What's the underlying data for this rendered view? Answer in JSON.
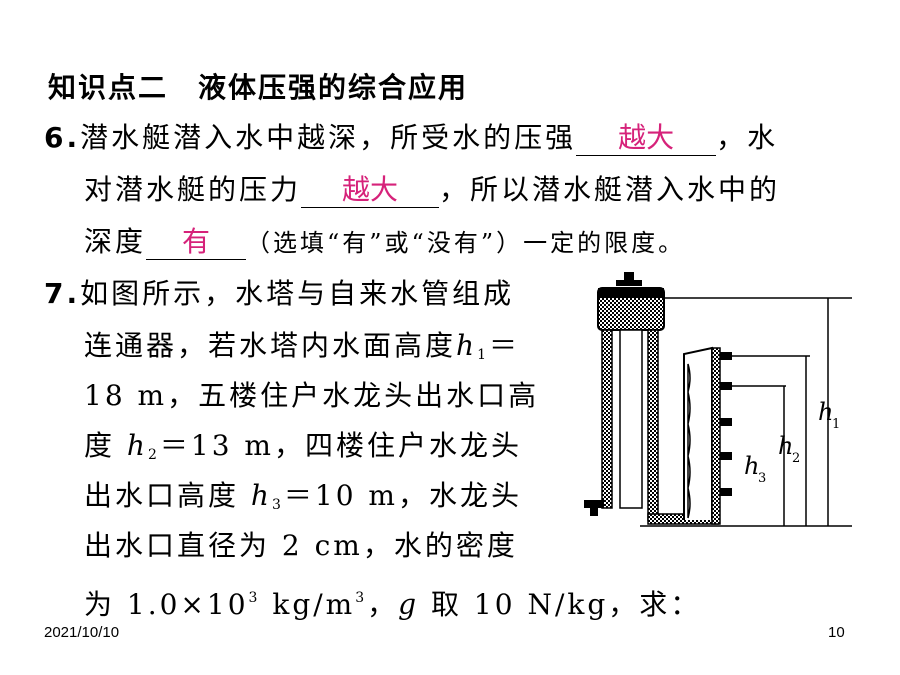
{
  "heading": "知识点二　液体压强的综合应用",
  "q6": {
    "number": "6.",
    "l1_a": "潜水艇潜入水中越深，所受水的压强",
    "blank1": "越大",
    "l1_b": "，水",
    "l2_a": "对潜水艇的压力",
    "blank2": "越大",
    "l2_b": "，所以潜水艇潜入水中的",
    "l3_a": "深度",
    "blank3": "有",
    "l3_b": "（选填“有”或“没有”）一定的限度。"
  },
  "q7": {
    "number": "7.",
    "l1": "如图所示，水塔与自来水管组成",
    "l2_a": "连通器，若水塔内水面高度",
    "h": "h",
    "sub1": "1",
    "l2_b": "＝",
    "l3": "18 m，五楼住户水龙头出水口高",
    "l4_a": "度",
    "sub2": "2",
    "l4_b": "＝13 m，四楼住户水龙头",
    "l5_a": "出水口高度",
    "sub3": "3",
    "l5_b": "＝10 m，水龙头",
    "l6": "出水口直径为 2 cm，水的密度",
    "l7_a": "为 1.0×10",
    "sup3": "3",
    "l7_b": " kg/m",
    "l7_c": "，",
    "g": "g",
    "l7_d": " 取 10 N/kg，求："
  },
  "figure": {
    "label_h1": "h",
    "sub_h1": "1",
    "label_h2": "h",
    "sub_h2": "2",
    "label_h3": "h",
    "sub_h3": "3"
  },
  "footer": {
    "date": "2021/10/10",
    "page": "10"
  }
}
